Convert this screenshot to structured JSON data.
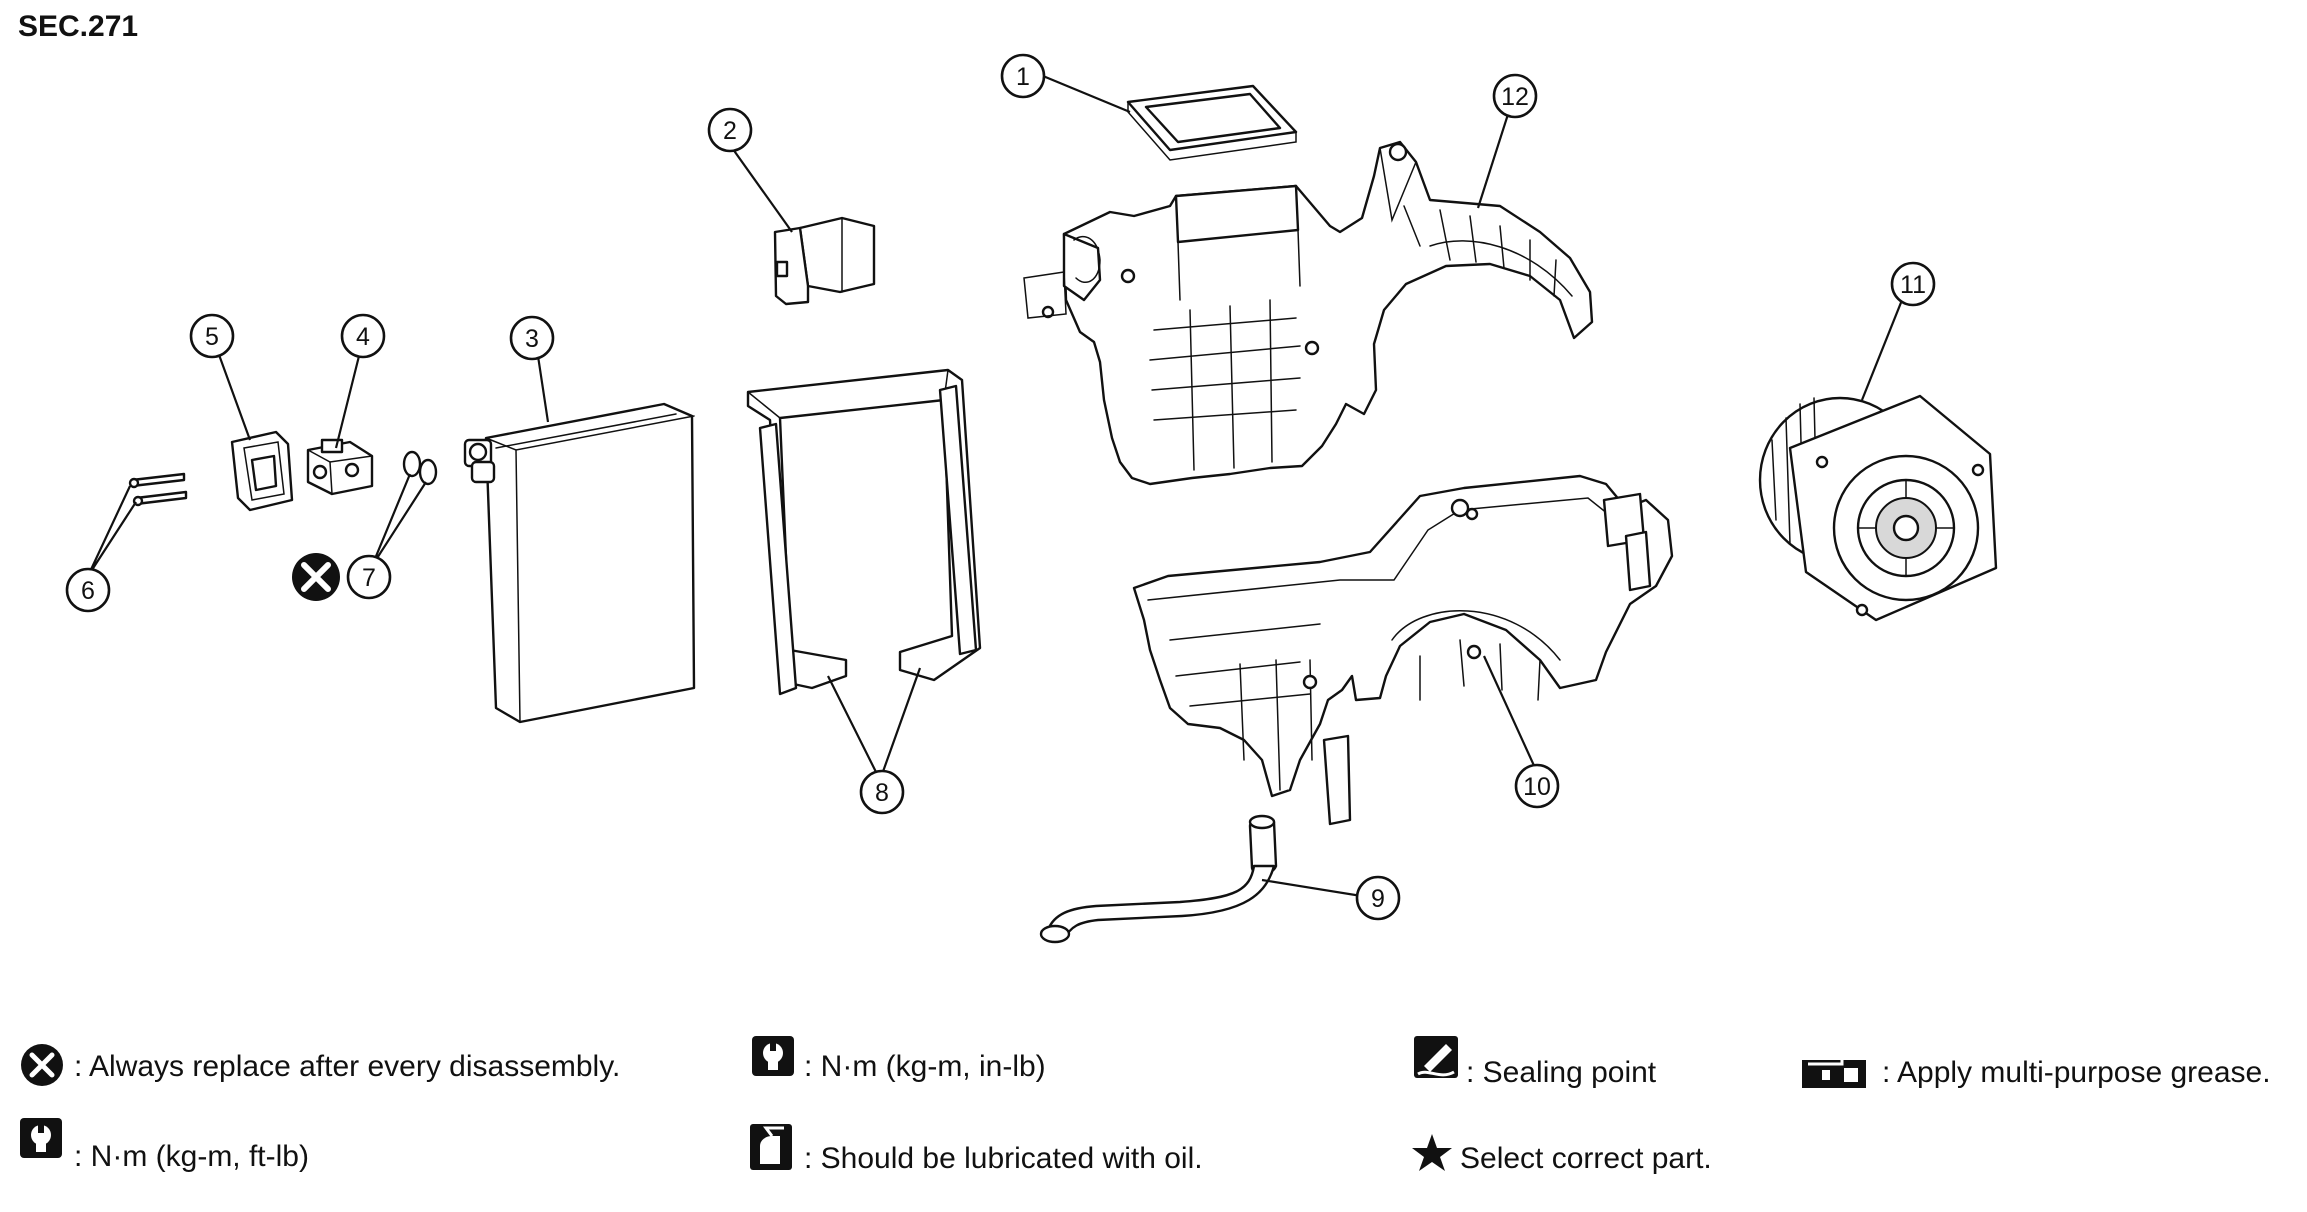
{
  "section_label": "SEC.271",
  "callouts": [
    "1",
    "2",
    "3",
    "4",
    "5",
    "6",
    "7",
    "8",
    "9",
    "10",
    "11",
    "12"
  ],
  "legend": {
    "replace": ": Always replace after every disassembly.",
    "torque_in_lb": ": N·m (kg-m, in-lb)",
    "sealing": ": Sealing point",
    "grease": ": Apply multi-purpose grease.",
    "torque_ft_lb": ": N·m (kg-m, ft-lb)",
    "oil": ": Should be lubricated with oil.",
    "select": "Select correct part."
  },
  "icons": {
    "replace": "x-circle-icon",
    "torque_in_lb": "wrench-torque-icon",
    "sealing": "sealant-icon",
    "grease": "grease-gun-icon",
    "torque_ft_lb": "wrench-torque-icon",
    "oil": "oil-can-icon",
    "select": "star-icon"
  }
}
